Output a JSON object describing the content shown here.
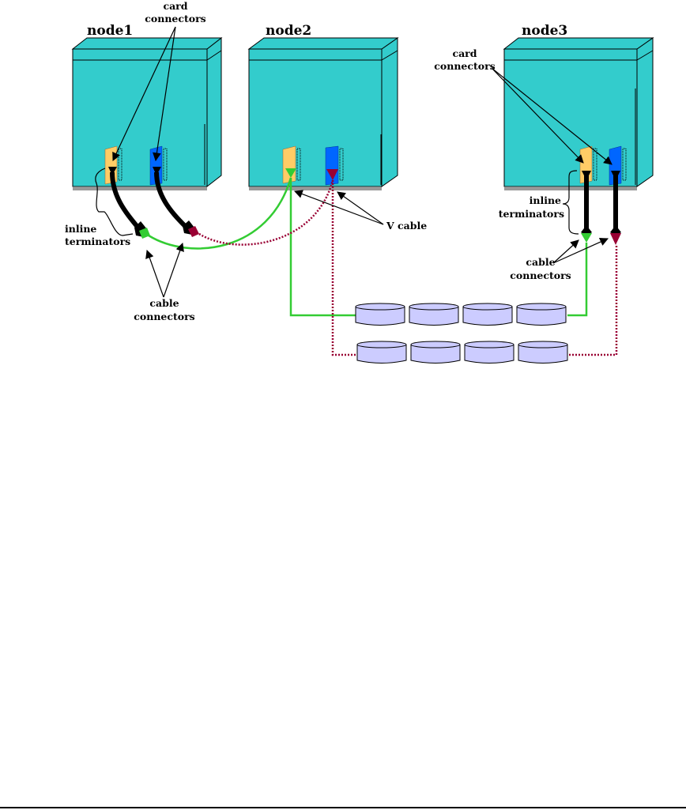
{
  "diagram": {
    "colors": {
      "cabinet": "#33CCCC",
      "cabinet_shadow": "#999999",
      "card_yellow": "#FFCC66",
      "card_blue": "#0066FF",
      "cable_green": "#33CC33",
      "cable_maroon": "#990033",
      "disk": "#CCCCFF",
      "terminator": "#000000"
    },
    "nodes": [
      {
        "id": "node1",
        "label": "node1"
      },
      {
        "id": "node2",
        "label": "node2"
      },
      {
        "id": "node3",
        "label": "node3"
      }
    ],
    "labels": {
      "card_connectors_top_line1": "card",
      "card_connectors_top_line2": "connectors",
      "card_connectors_right_line1": "card",
      "card_connectors_right_line2": "connectors",
      "inline_terminators_left_line1": "inline",
      "inline_terminators_left_line2": "terminators",
      "inline_terminators_right_line1": "inline",
      "inline_terminators_right_line2": "terminators",
      "cable_connectors_left_line1": "cable",
      "cable_connectors_left_line2": "connectors",
      "cable_connectors_right_line1": "cable",
      "cable_connectors_right_line2": "connectors",
      "v_cable": "V cable"
    },
    "disk_rows": [
      {
        "bus": "green",
        "disks": 4
      },
      {
        "bus": "maroon",
        "disks": 4
      }
    ]
  }
}
